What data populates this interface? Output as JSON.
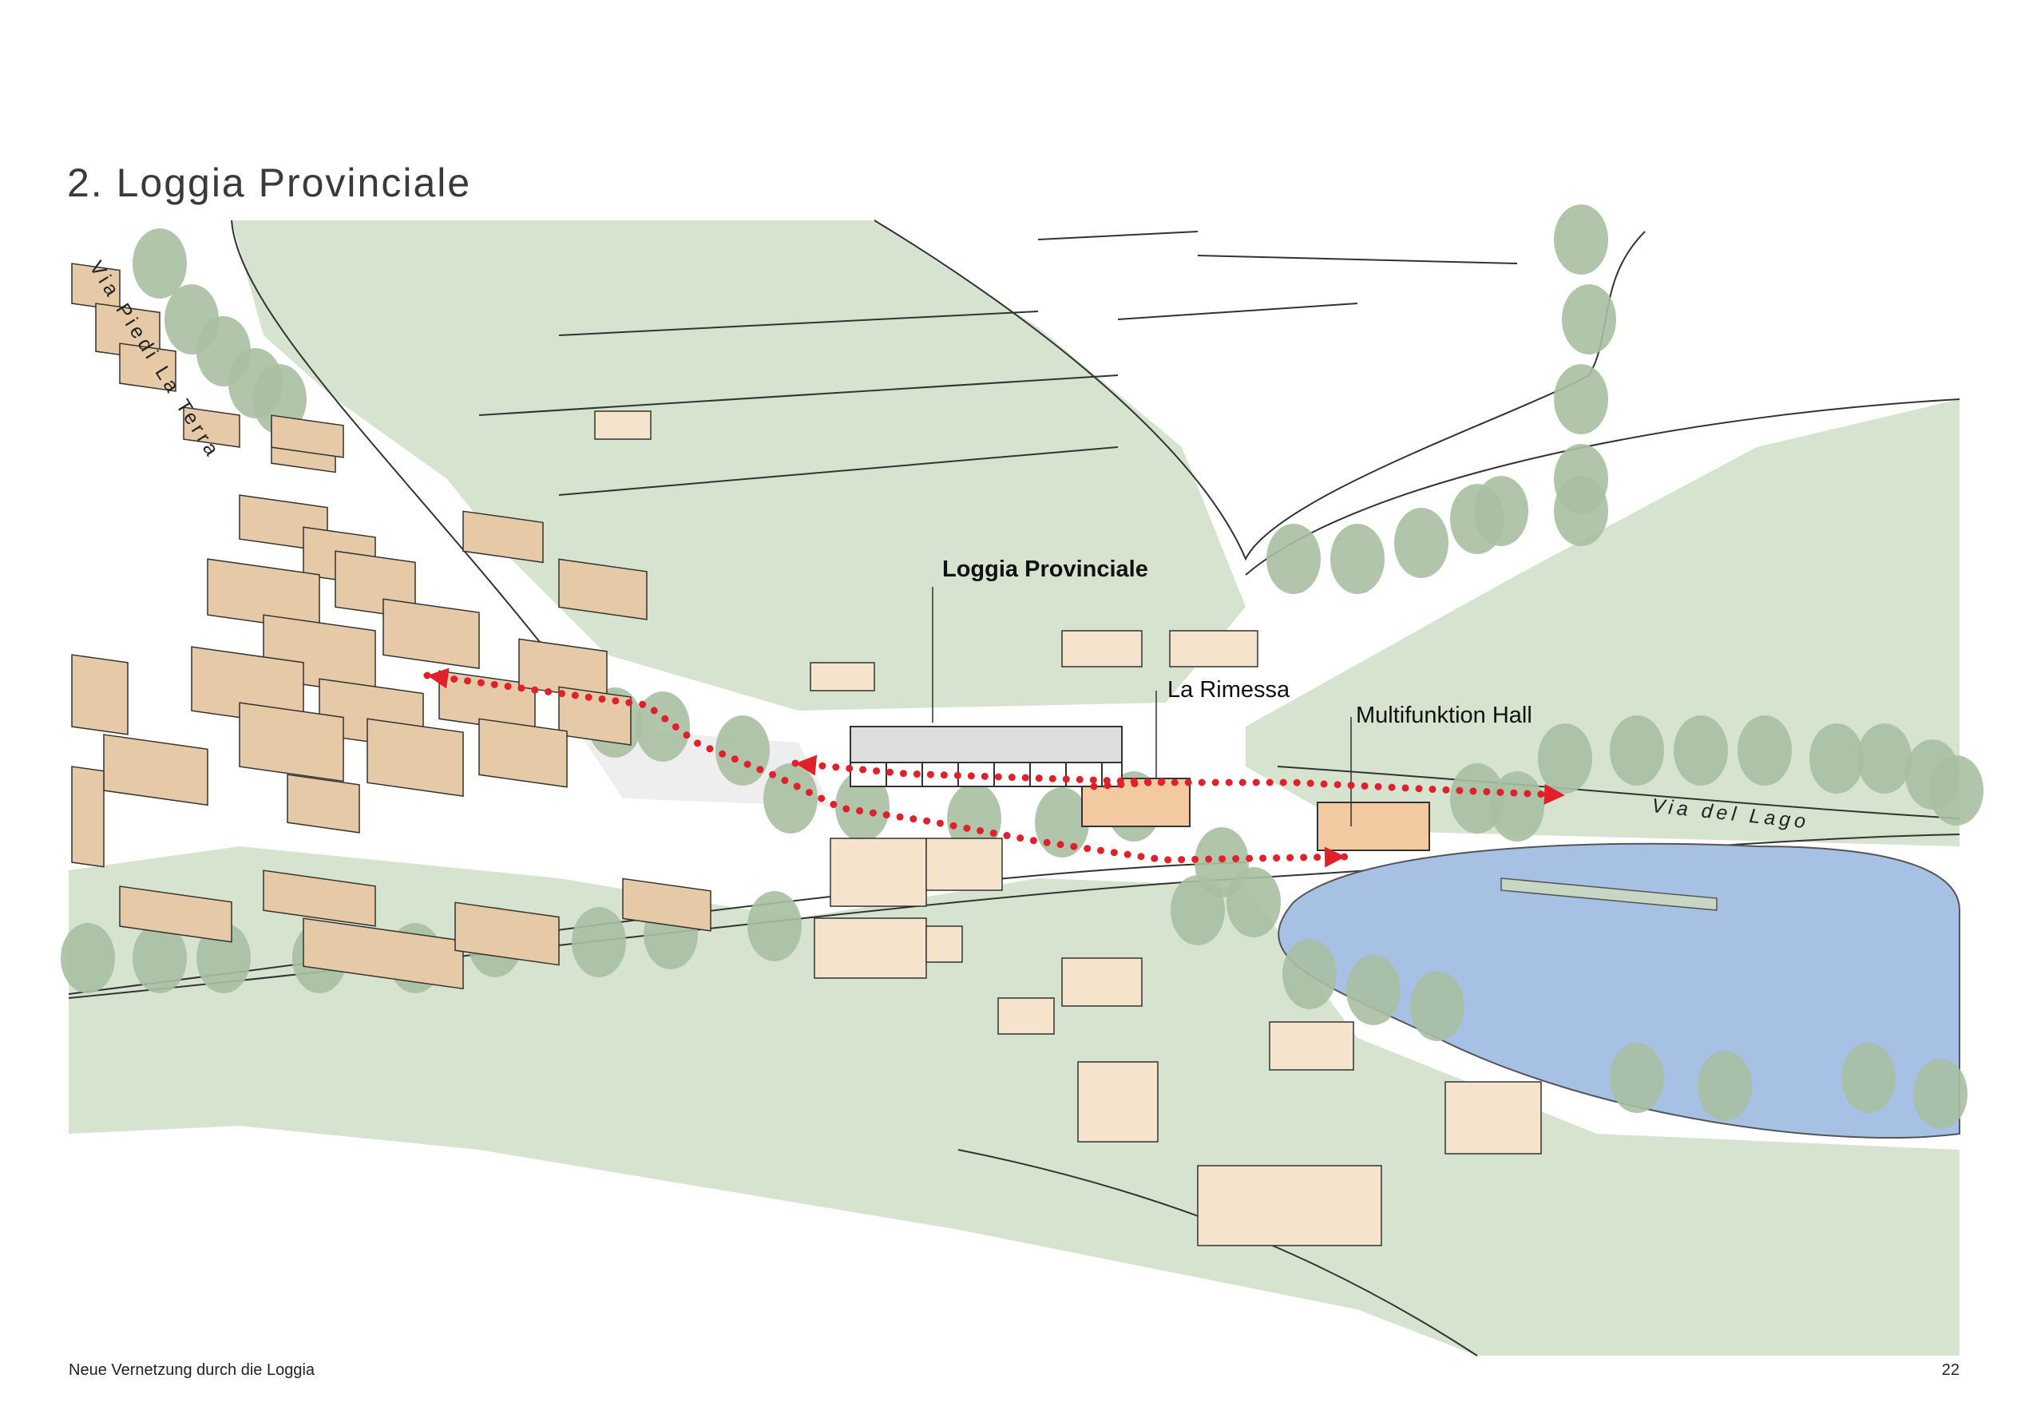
{
  "page": {
    "title": "2. Loggia Provinciale",
    "footer_caption": "Neue Vernetzung durch die Loggia",
    "page_number": "22"
  },
  "map": {
    "labels": {
      "loggia": "Loggia Provinciale",
      "rimessa": "La Rimessa",
      "hall": "Multifunktion Hall"
    },
    "streets": {
      "via_piedi": "Via Piedi La Terra",
      "via_lago": "Via del Lago"
    },
    "colors": {
      "field": "#d6e3cf",
      "tree": "#a9bfa2",
      "building_old": "#e6c9a6",
      "building_new": "#f5e3cc",
      "lake": "#a6c1e3",
      "route": "#e0202a"
    }
  }
}
